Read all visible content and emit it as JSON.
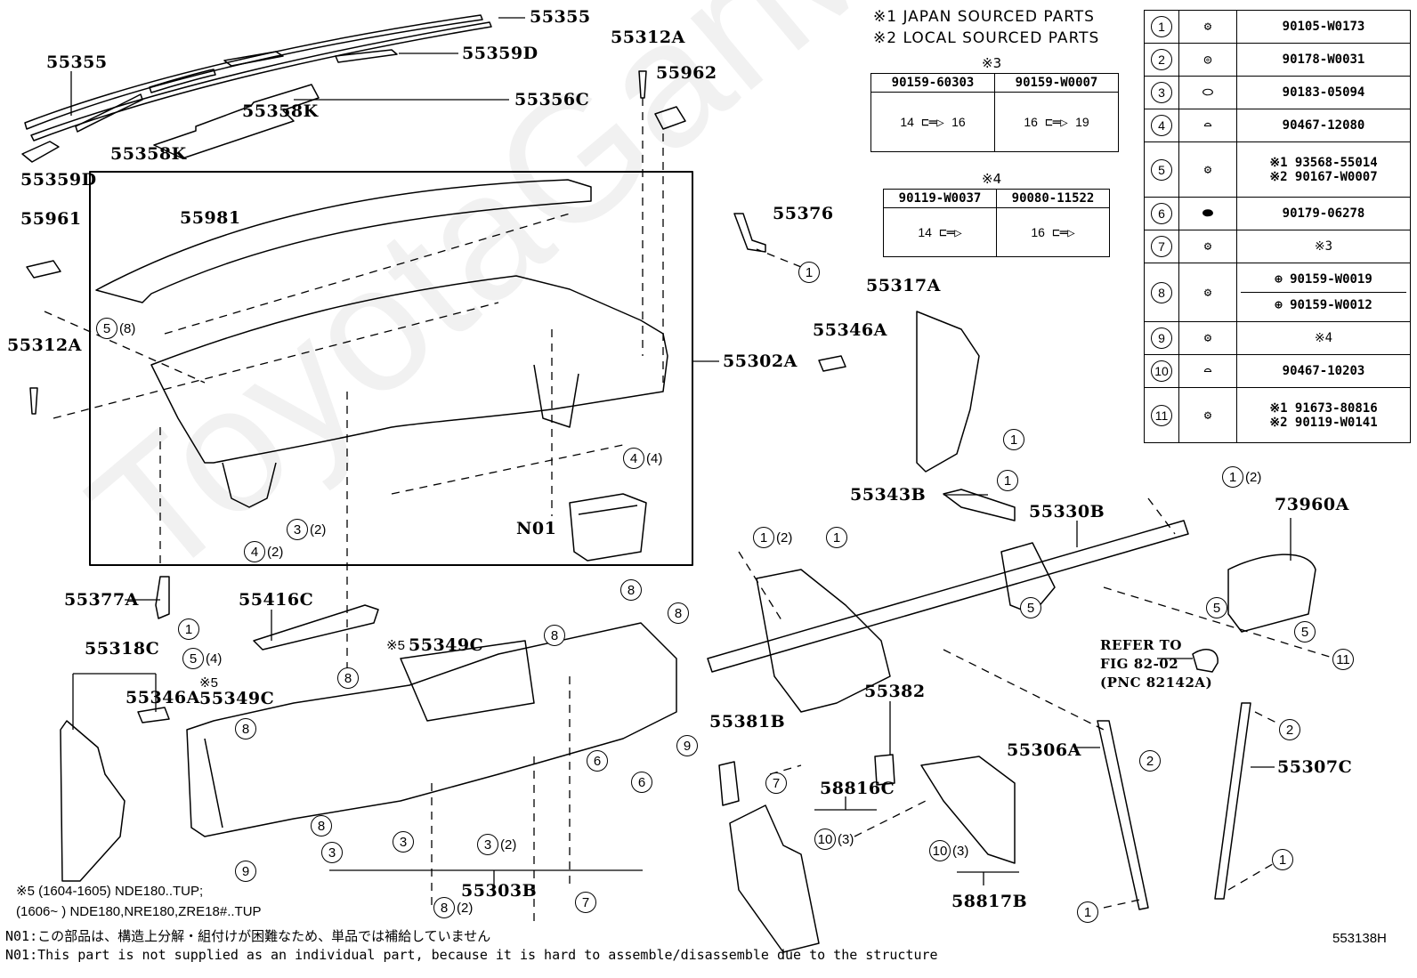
{
  "watermark": "ToyotaGarMir",
  "figure_code": "553138H",
  "legend_notes": {
    "note1": "※1 JAPAN SOURCED PARTS",
    "note2": "※2 LOCAL SOURCED PARTS"
  },
  "sub_table_3": {
    "title": "※3",
    "headers": [
      "90159-60303",
      "90159-W0007"
    ],
    "dims": [
      {
        "height": "14",
        "length": "16"
      },
      {
        "height": "16",
        "length": "19"
      }
    ]
  },
  "sub_table_4": {
    "title": "※4",
    "headers": [
      "90119-W0037",
      "90080-11522"
    ],
    "dims": [
      {
        "height": "14"
      },
      {
        "height": "16"
      }
    ]
  },
  "parts_table": [
    {
      "num": "1",
      "icon": "bolt-icon",
      "part": "90105-W0173"
    },
    {
      "num": "2",
      "icon": "nut-icon",
      "part": "90178-W0031"
    },
    {
      "num": "3",
      "icon": "clip-nut-icon",
      "part": "90183-05094"
    },
    {
      "num": "4",
      "icon": "clip-icon",
      "part": "90467-12080"
    },
    {
      "num": "5",
      "icon": "bolt-washer-icon",
      "part": "※1 93568-55014",
      "part2": "※2 90167-W0007"
    },
    {
      "num": "6",
      "icon": "u-nut-icon",
      "part": "90179-06278"
    },
    {
      "num": "7",
      "icon": "screw-icon",
      "part": "※3"
    },
    {
      "num": "8",
      "icon": "screw-icon",
      "part": "90159-W0019",
      "part2": "90159-W0012"
    },
    {
      "num": "9",
      "icon": "bolt-icon",
      "part": "※4"
    },
    {
      "num": "10",
      "icon": "clip-icon",
      "part": "90467-10203"
    },
    {
      "num": "11",
      "icon": "bolt-icon",
      "part": "※1 91673-80816",
      "part2": "※2 90119-W0141"
    }
  ],
  "part_labels": {
    "p55355a": "55355",
    "p55355b": "55355",
    "p55359d_a": "55359D",
    "p55359d_b": "55359D",
    "p55358k_a": "55358K",
    "p55358k_b": "55358K",
    "p55356c": "55356C",
    "p55312a_a": "55312A",
    "p55312a_b": "55312A",
    "p55962": "55962",
    "p55961": "55961",
    "p55981": "55981",
    "p55376": "55376",
    "p55302a": "55302A",
    "p55317a": "55317A",
    "p55346a_a": "55346A",
    "p55346a_b": "55346A",
    "n01": "N01",
    "p55343b": "55343B",
    "p55330b": "55330B",
    "p73960a": "73960A",
    "p55377a": "55377A",
    "p55416c": "55416C",
    "p55349c_a": "55349C",
    "p55349c_b": "55349C",
    "p55318c": "55318C",
    "p55382": "55382",
    "p55381b": "55381B",
    "p55306a": "55306A",
    "p55307c": "55307C",
    "p58816c": "58816C",
    "p58817b": "58817B",
    "p55303b": "55303B"
  },
  "refer_to": {
    "line1": "REFER TO",
    "line2": "FIG 82-02",
    "line3": "(PNC 82142A)"
  },
  "ref5_mark": "※5",
  "refs": [
    {
      "n": "5",
      "q": "(8)"
    },
    {
      "n": "4",
      "q": "(4)"
    },
    {
      "n": "3",
      "q": "(2)"
    },
    {
      "n": "4",
      "q": "(2)"
    },
    {
      "n": "1",
      "q": ""
    },
    {
      "n": "1",
      "q": ""
    },
    {
      "n": "1",
      "q": ""
    },
    {
      "n": "1",
      "q": "(2)"
    },
    {
      "n": "1",
      "q": "(2)"
    },
    {
      "n": "1",
      "q": ""
    },
    {
      "n": "5",
      "q": ""
    },
    {
      "n": "5",
      "q": ""
    },
    {
      "n": "11",
      "q": ""
    },
    {
      "n": "1",
      "q": ""
    },
    {
      "n": "5",
      "q": "(4)"
    },
    {
      "n": "8",
      "q": ""
    },
    {
      "n": "8",
      "q": ""
    },
    {
      "n": "8",
      "q": ""
    },
    {
      "n": "8",
      "q": ""
    },
    {
      "n": "8",
      "q": ""
    },
    {
      "n": "8",
      "q": ""
    },
    {
      "n": "9",
      "q": ""
    },
    {
      "n": "6",
      "q": ""
    },
    {
      "n": "6",
      "q": ""
    },
    {
      "n": "3",
      "q": ""
    },
    {
      "n": "3",
      "q": ""
    },
    {
      "n": "3",
      "q": "(2)"
    },
    {
      "n": "9",
      "q": ""
    },
    {
      "n": "8",
      "q": "(2)"
    },
    {
      "n": "7",
      "q": ""
    },
    {
      "n": "7",
      "q": ""
    },
    {
      "n": "10",
      "q": "(3)"
    },
    {
      "n": "10",
      "q": "(3)"
    },
    {
      "n": "2",
      "q": ""
    },
    {
      "n": "2",
      "q": ""
    },
    {
      "n": "1",
      "q": ""
    },
    {
      "n": "1",
      "q": ""
    },
    {
      "n": "8",
      "q": ""
    }
  ],
  "footnotes": {
    "note5_line1": "※5 (1604-1605) NDE180..TUP;",
    "note5_line2": "(1606~      ) NDE180,NRE180,ZRE18#..TUP",
    "n01_jp": "N01:この部品は、構造上分解・組付けが困難なため、単品では補給していません",
    "n01_en": "N01:This part is not supplied as an individual part, because it is hard to assemble/disassemble due to the structure"
  }
}
